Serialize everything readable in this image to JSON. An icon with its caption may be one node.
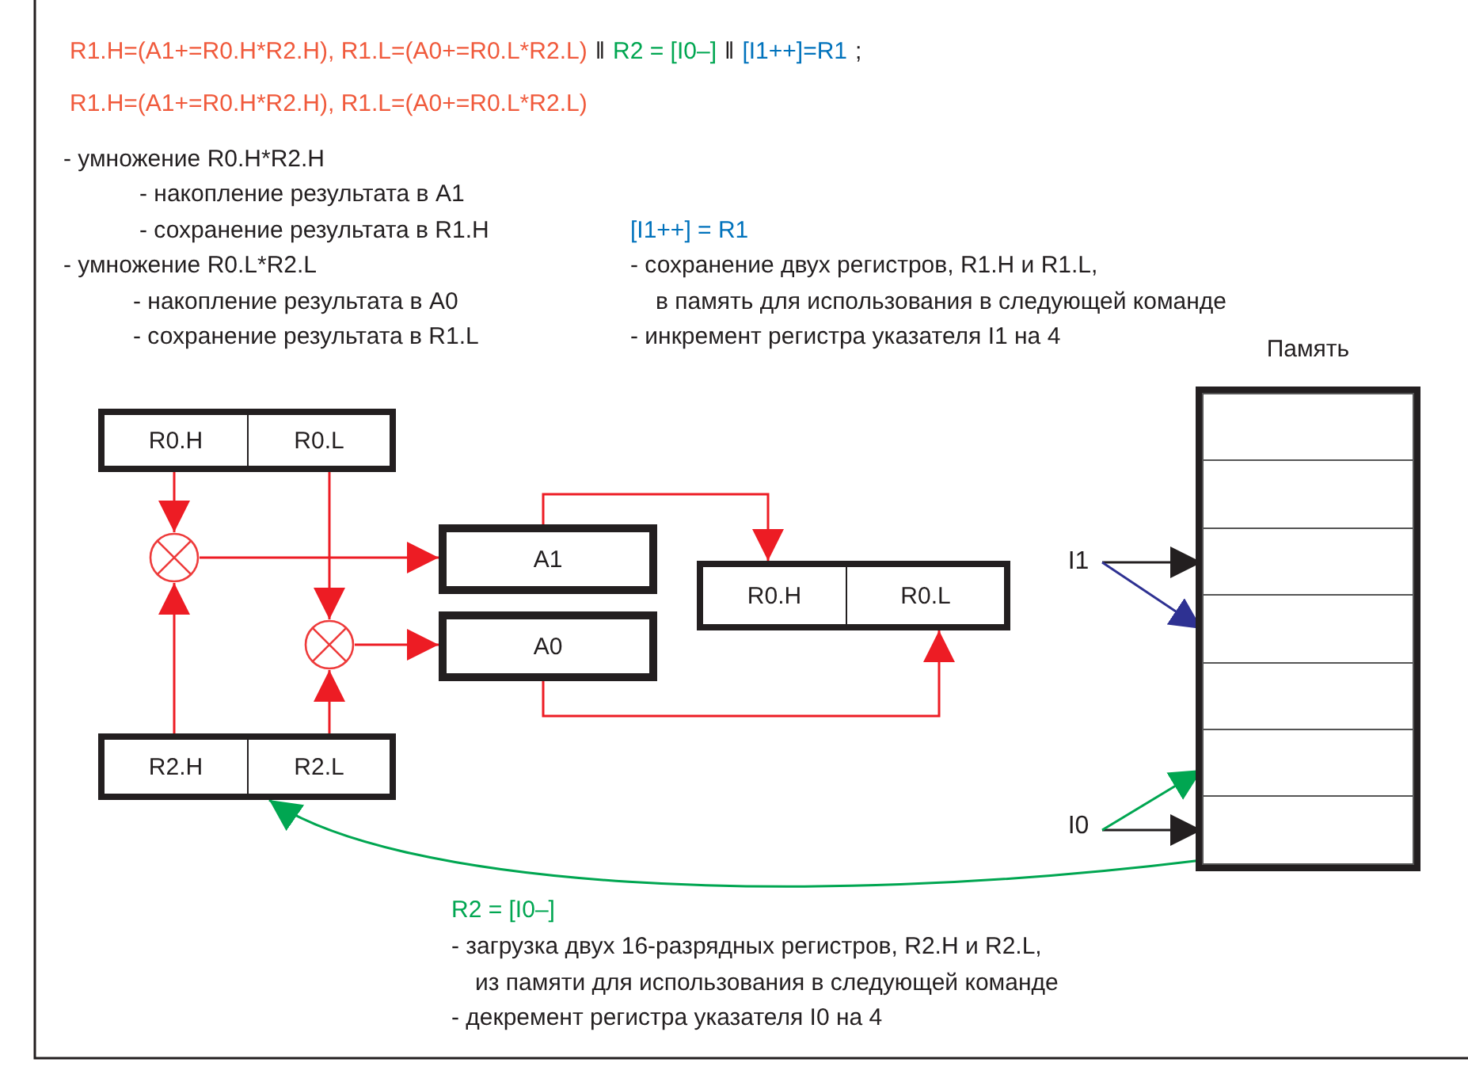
{
  "diagram": {
    "nodes": [
      {
        "text": [
          "R0.H"
        ]
      },
      {
        "text": [
          "R0.L"
        ]
      },
      {
        "text": [],
        "shape": "circle"
      },
      {
        "text": [],
        "shape": "circle"
      },
      {
        "text": [
          "A1"
        ]
      },
      {
        "text": [
          "A0"
        ]
      },
      {
        "text": [
          "R0.H"
        ]
      },
      {
        "text": [
          "R0.L"
        ]
      },
      {
        "text": [
          "R2.H"
        ]
      },
      {
        "text": [
          "R2.L"
        ]
      },
      {
        "text": [
          "I1"
        ]
      },
      {
        "text": [
          "I0"
        ]
      },
      {
        "text": [
          "Память"
        ]
      },
      {
        "text": [],
        "shape": "box",
        "in": 12
      },
      {
        "text": [],
        "shape": "box",
        "in": 12
      },
      {
        "text": [],
        "shape": "box",
        "in": 12
      },
      {
        "text": [],
        "shape": "box",
        "in": 12
      },
      {
        "text": [],
        "shape": "box",
        "in": 12
      },
      {
        "text": [],
        "shape": "box",
        "in": 12
      },
      {
        "text": [],
        "shape": "box",
        "in": 12
      }
    ],
    "edges": [
      {
        "from": 0,
        "to": 2,
        "arrow": "to"
      },
      {
        "from": 8,
        "to": 2,
        "arrow": "to"
      },
      {
        "from": 1,
        "to": 3,
        "arrow": "to"
      },
      {
        "from": 9,
        "to": 3,
        "arrow": "to"
      },
      {
        "from": 2,
        "to": 4,
        "arrow": "to"
      },
      {
        "from": 3,
        "to": 5,
        "arrow": "to"
      },
      {
        "from": 4,
        "to": 6,
        "arrow": "to"
      },
      {
        "from": 5,
        "to": 7,
        "arrow": "to"
      },
      {
        "from": 10,
        "to": 15,
        "arrow": "to",
        "color": "#231f20"
      },
      {
        "from": 10,
        "to": 16,
        "arrow": "to",
        "color": "#2e3192"
      },
      {
        "from": 11,
        "to": 19,
        "arrow": "to",
        "color": "#231f20"
      },
      {
        "from": 11,
        "to": 18,
        "arrow": "to",
        "color": "#00a651"
      },
      {
        "from": 19,
        "to": 9,
        "arrow": "to",
        "color": "#00a651"
      }
    ],
    "labels": [
      "R1.H=(A1+=R0.H*R2.H), R1.L=(A0+=R0.L*R2.L)",
      "‖",
      "R2 = [I0–]",
      "‖",
      "[I1++]=R1",
      ";",
      "R1.H=(A1+=R0.H*R2.H), R1.L=(A0+=R0.L*R2.L)",
      "- умножение R0.H*R2.H",
      "- накопление результата в A1",
      "- сохранение результата в R1.H",
      "[I1++] = R1",
      "- умножение R0.L*R2.L",
      "- сохранение двух регистров, R1.H и R1.L,",
      "- накопление результата в A0",
      "в память для использования в следующей команде",
      "- сохранение результата в R1.L",
      "- инкремент регистра указателя I1 на 4",
      "R2 = [I0–]",
      "- загрузка двух 16-разрядных регистров, R2.H и R2.L,",
      "из памяти для использования в следующей команде",
      "- декремент регистра указателя I0 на 4"
    ]
  }
}
